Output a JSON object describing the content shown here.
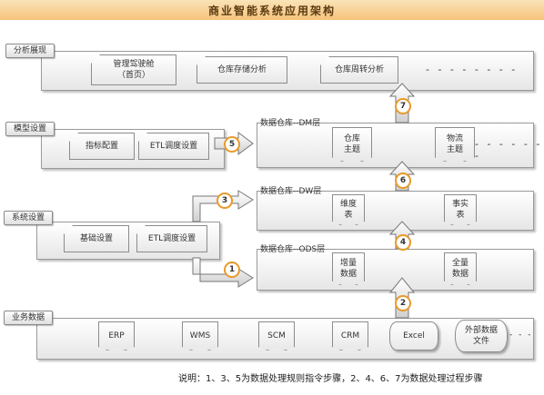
{
  "title": "商业智能系统应用架构",
  "rows": {
    "analysis": {
      "label": "分析展现",
      "items": [
        "管理驾驶舱\n（首页）",
        "仓库存储分析",
        "仓库周转分析"
      ],
      "more": "- - - - - - - -"
    },
    "model": {
      "label": "模型设置",
      "items": [
        "指标配置",
        "ETL调度设置"
      ]
    },
    "system": {
      "label": "系统设置",
      "items": [
        "基础设置",
        "ETL调度设置"
      ]
    },
    "business": {
      "label": "业务数据",
      "items": [
        "ERP",
        "WMS",
        "SCM",
        "CRM",
        "Excel",
        "外部数据\n文件"
      ],
      "more": "- - -"
    }
  },
  "layers": {
    "dm": {
      "label": "数据仓库--DM层",
      "items": [
        "仓库\n主题",
        "物流\n主题"
      ],
      "more": "- - - - - - -"
    },
    "dw": {
      "label": "数据仓库--DW层",
      "items": [
        "维度\n表",
        "事实\n表"
      ]
    },
    "ods": {
      "label": "数据仓库--ODS层",
      "items": [
        "增量\n数据",
        "全量\n数据"
      ]
    }
  },
  "steps": [
    "1",
    "2",
    "3",
    "4",
    "5",
    "6",
    "7"
  ],
  "note": "说明：1、3、5为数据处理规则指令步骤，2、4、6、7为数据处理过程步骤"
}
